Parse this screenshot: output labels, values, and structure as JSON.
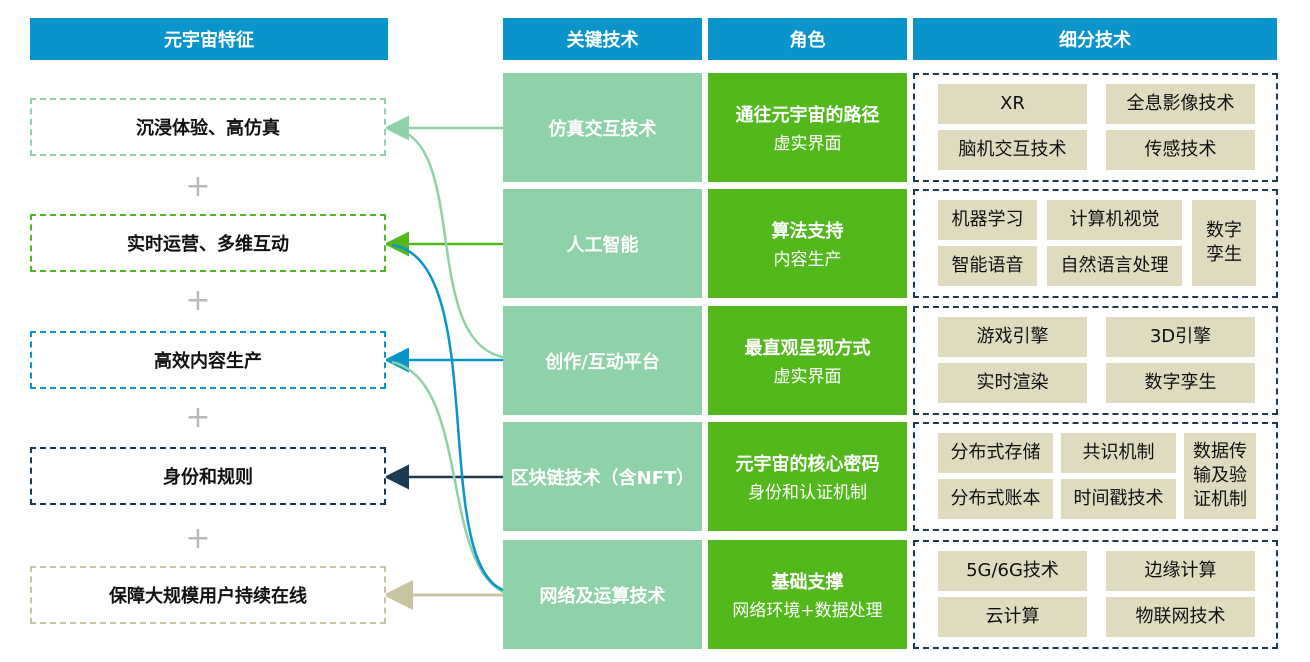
{
  "headers": {
    "features": "元宇宙特征",
    "key_tech": "关键技术",
    "role": "角色",
    "sub_tech": "细分技术"
  },
  "features": [
    {
      "label": "沉浸体验、高仿真",
      "border_color": "#8fd1a9"
    },
    {
      "label": "实时运营、多维互动",
      "border_color": "#52b81c"
    },
    {
      "label": "高效内容生产",
      "border_color": "#0a94cc"
    },
    {
      "label": "身份和规则",
      "border_color": "#1c3a52"
    },
    {
      "label": "保障大规模用户持续在线",
      "border_color": "#c8c4a0"
    }
  ],
  "plus_sign": "+",
  "key_techs": [
    {
      "label": "仿真交互技术"
    },
    {
      "label": "人工智能"
    },
    {
      "label": "创作/互动平台"
    },
    {
      "label": "区块链技术（含NFT）"
    },
    {
      "label": "网络及运算技术"
    }
  ],
  "roles": [
    {
      "title": "通往元宇宙的路径",
      "sub": "虚实界面"
    },
    {
      "title": "算法支持",
      "sub": "内容生产"
    },
    {
      "title": "最直观呈现方式",
      "sub": "虚实界面"
    },
    {
      "title": "元宇宙的核心密码",
      "sub": "身份和认证机制"
    },
    {
      "title": "基础支撑",
      "sub": "网络环境+数据处理"
    }
  ],
  "sub_techs": [
    [
      "XR",
      "全息影像技术",
      "脑机交互技术",
      "传感技术"
    ],
    [
      "机器学习",
      "计算机视觉",
      "数字孪生",
      "智能语音",
      "自然语言处理"
    ],
    [
      "游戏引擎",
      "3D引擎",
      "实时渲染",
      "数字孪生"
    ],
    [
      "分布式存储",
      "共识机制",
      "数据传输及验证机制",
      "分布式账本",
      "时间戳技术"
    ],
    [
      "5G/6G技术",
      "边缘计算",
      "云计算",
      "物联网技术"
    ]
  ],
  "colors": {
    "header": "#0a94cc",
    "tech_box": "#8fd1a9",
    "role_box": "#52b81c",
    "cell": "#dfdbbf",
    "group_border": "#1c3a52"
  }
}
